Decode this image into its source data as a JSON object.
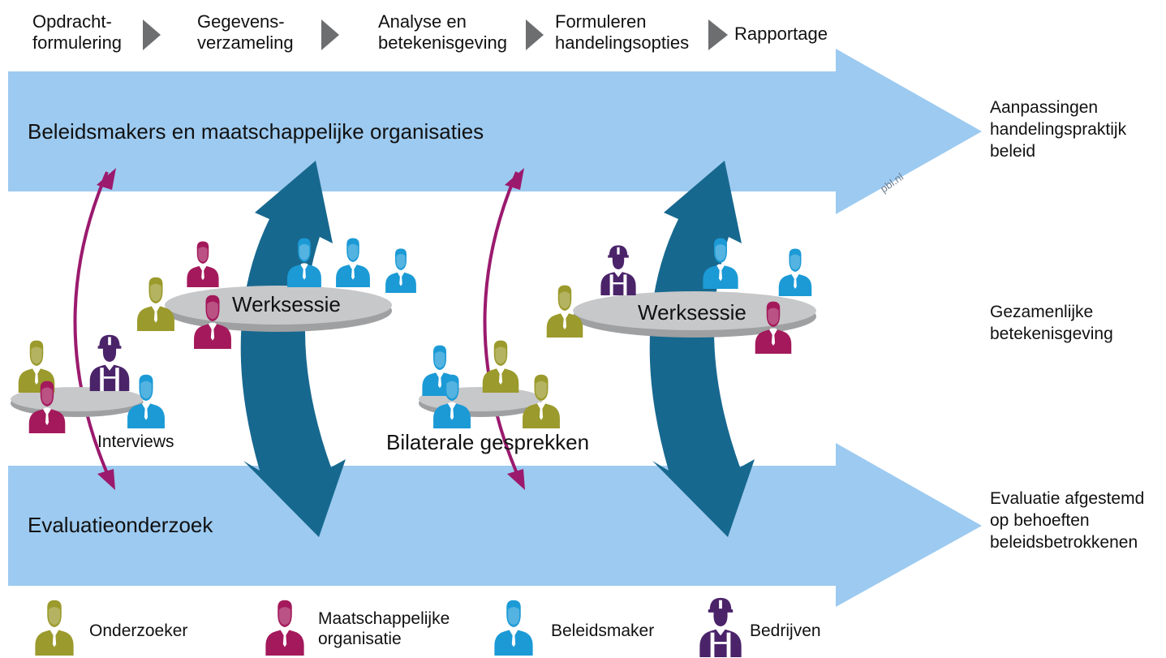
{
  "phases": [
    {
      "label": "Opdracht-\nformulering"
    },
    {
      "label": "Gegevens-\nverzameling"
    },
    {
      "label": "Analyse en\nbetekenisgeving"
    },
    {
      "label": "Formuleren\nhandelingsopties"
    },
    {
      "label": "Rapportage"
    }
  ],
  "bands": {
    "top_label": "Beleidsmakers en maatschappelijke organisaties",
    "bottom_label": "Evaluatieonderzoek"
  },
  "outcomes": {
    "top": "Aanpassingen\nhandelingspraktijk\nbeleid",
    "middle": "Gezamenlijke\nbetekenisgeving",
    "bottom": "Evaluatie afgestemd\nop behoeften\nbeleidsbetrokkenen"
  },
  "sessions": {
    "werksessie_1": "Werksessie",
    "werksessie_2": "Werksessie",
    "interviews": "Interviews",
    "bilaterale": "Bilaterale gesprekken"
  },
  "watermark": "pbl.nl",
  "legend": [
    {
      "role": "onderzoeker",
      "label": "Onderzoeker",
      "icon": "person-icon"
    },
    {
      "role": "maatschappelijk",
      "label": "Maatschappelijke\norganisatie",
      "icon": "person-icon"
    },
    {
      "role": "beleidsmaker",
      "label": "Beleidsmaker",
      "icon": "person-icon"
    },
    {
      "role": "bedrijf",
      "label": "Bedrijven",
      "icon": "hardhat-person-icon"
    }
  ],
  "colors": {
    "band": "#9dcaf0",
    "dark_blue_arrow": "#17688f",
    "interaction_arrow": "#9b1a6e",
    "phase_chevron": "#6d6e70",
    "table": "#c7c8ca",
    "onderzoeker": "#9b9a2c",
    "maatschappelijk": "#a3195b",
    "beleidsmaker": "#1b9ad6",
    "bedrijf": "#4a2369"
  }
}
